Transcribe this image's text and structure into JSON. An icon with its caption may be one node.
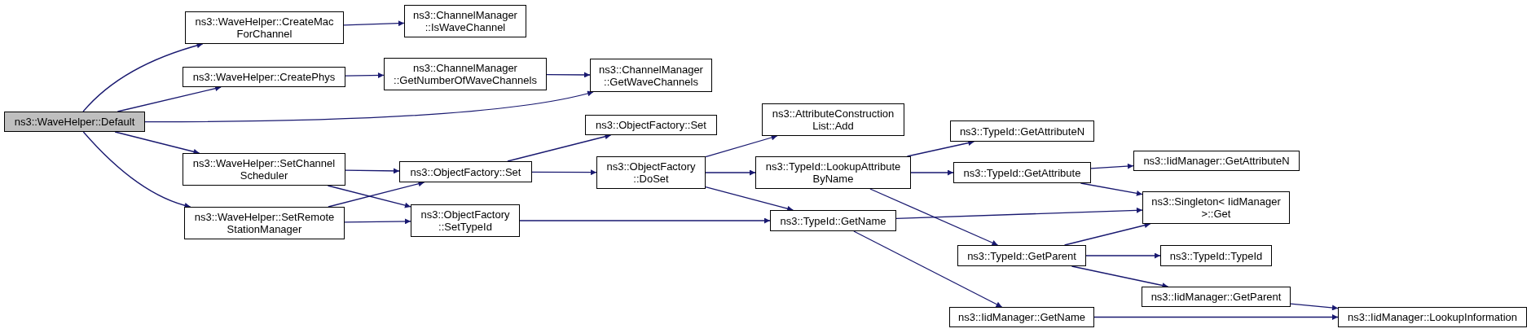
{
  "diagram": {
    "nodes": [
      {
        "text": [
          "ns3::WaveHelper::Default"
        ]
      },
      {
        "text": [
          "ns3::WaveHelper::CreateMac ForChannel"
        ]
      },
      {
        "text": [
          "ns3::WaveHelper::CreatePhys"
        ]
      },
      {
        "text": [
          "ns3::WaveHelper::SetChannel Scheduler"
        ]
      },
      {
        "text": [
          "ns3::WaveHelper::SetRemote StationManager"
        ]
      },
      {
        "text": [
          "ns3::ChannelManager ::IsWaveChannel"
        ]
      },
      {
        "text": [
          "ns3::ChannelManager ::GetNumberOfWaveChannels"
        ]
      },
      {
        "text": [
          "ns3::ChannelManager ::GetWaveChannels"
        ]
      },
      {
        "text": [
          "ns3::ObjectFactory::Set"
        ]
      },
      {
        "text": [
          "ns3::ObjectFactory::Set"
        ]
      },
      {
        "text": [
          "ns3::ObjectFactory ::SetTypeId"
        ]
      },
      {
        "text": [
          "ns3::ObjectFactory ::DoSet"
        ]
      },
      {
        "text": [
          "ns3::AttributeConstruction List::Add"
        ]
      },
      {
        "text": [
          "ns3::TypeId::LookupAttribute ByName"
        ]
      },
      {
        "text": [
          "ns3::TypeId::GetName"
        ]
      },
      {
        "text": [
          "ns3::TypeId::GetAttributeN"
        ]
      },
      {
        "text": [
          "ns3::TypeId::GetAttribute"
        ]
      },
      {
        "text": [
          "ns3::TypeId::GetParent"
        ]
      },
      {
        "text": [
          "ns3::IidManager::GetName"
        ]
      },
      {
        "text": [
          "ns3::IidManager::GetAttributeN"
        ]
      },
      {
        "text": [
          "ns3::Singleton< IidManager >::Get"
        ]
      },
      {
        "text": [
          "ns3::TypeId::TypeId"
        ]
      },
      {
        "text": [
          "ns3::IidManager::GetParent"
        ]
      },
      {
        "text": [
          "ns3::IidManager::LookupInformation"
        ]
      }
    ],
    "edges": [
      {
        "from": 0,
        "to": 1,
        "arrow": "to"
      },
      {
        "from": 0,
        "to": 2,
        "arrow": "to"
      },
      {
        "from": 0,
        "to": 7,
        "arrow": "to"
      },
      {
        "from": 0,
        "to": 3,
        "arrow": "to"
      },
      {
        "from": 0,
        "to": 4,
        "arrow": "to"
      },
      {
        "from": 1,
        "to": 5,
        "arrow": "to"
      },
      {
        "from": 2,
        "to": 6,
        "arrow": "to"
      },
      {
        "from": 6,
        "to": 7,
        "arrow": "to"
      },
      {
        "from": 3,
        "to": 9,
        "arrow": "to"
      },
      {
        "from": 3,
        "to": 10,
        "arrow": "to"
      },
      {
        "from": 4,
        "to": 9,
        "arrow": "to"
      },
      {
        "from": 4,
        "to": 10,
        "arrow": "to"
      },
      {
        "from": 9,
        "to": 8,
        "arrow": "to"
      },
      {
        "from": 9,
        "to": 11,
        "arrow": "to"
      },
      {
        "from": 10,
        "to": 14,
        "arrow": "to"
      },
      {
        "from": 11,
        "to": 12,
        "arrow": "to"
      },
      {
        "from": 11,
        "to": 13,
        "arrow": "to"
      },
      {
        "from": 11,
        "to": 14,
        "arrow": "to"
      },
      {
        "from": 13,
        "to": 15,
        "arrow": "to"
      },
      {
        "from": 13,
        "to": 16,
        "arrow": "to"
      },
      {
        "from": 13,
        "to": 17,
        "arrow": "to"
      },
      {
        "from": 14,
        "to": 20,
        "arrow": "to"
      },
      {
        "from": 14,
        "to": 18,
        "arrow": "to"
      },
      {
        "from": 16,
        "to": 19,
        "arrow": "to"
      },
      {
        "from": 16,
        "to": 20,
        "arrow": "to"
      },
      {
        "from": 17,
        "to": 20,
        "arrow": "to"
      },
      {
        "from": 17,
        "to": 21,
        "arrow": "to"
      },
      {
        "from": 17,
        "to": 22,
        "arrow": "to"
      },
      {
        "from": 22,
        "to": 23,
        "arrow": "to"
      },
      {
        "from": 18,
        "to": 23,
        "arrow": "to"
      }
    ]
  }
}
